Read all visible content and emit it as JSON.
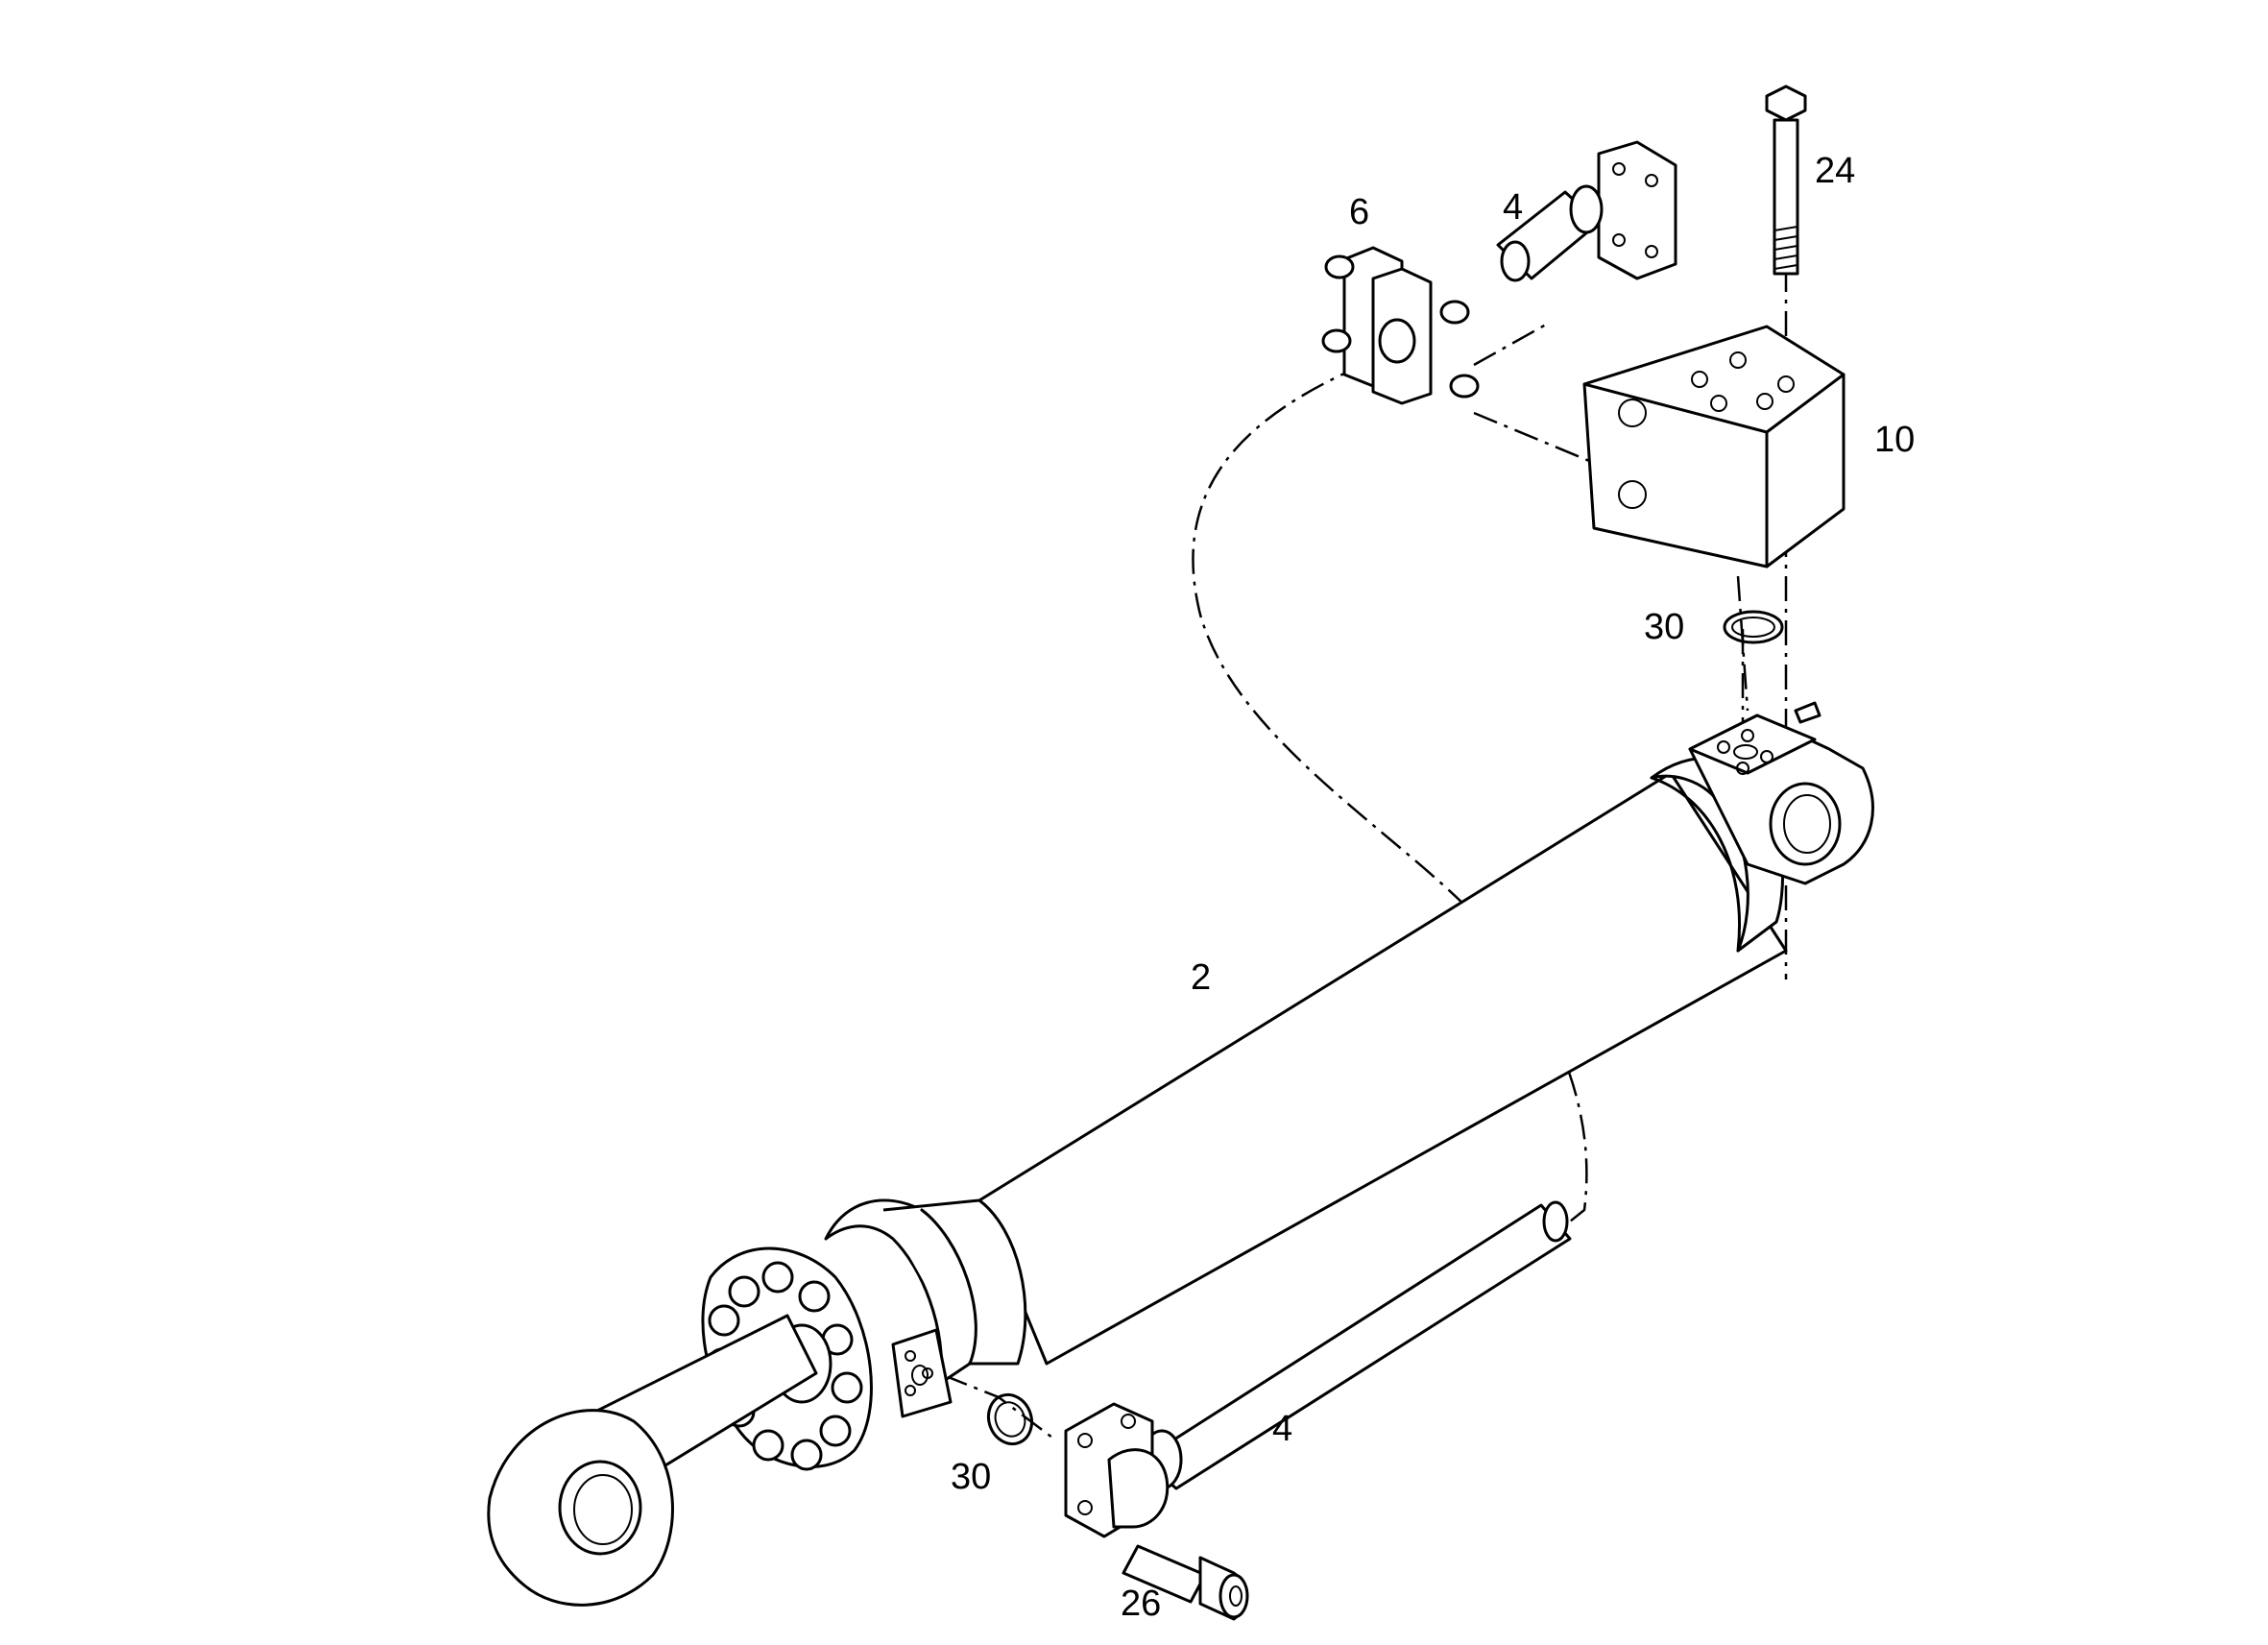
{
  "callouts": {
    "c24": "24",
    "c6": "6",
    "c4_top": "4",
    "c10": "10",
    "c30_top": "30",
    "c2": "2",
    "c4_bottom": "4",
    "c30_bottom": "30",
    "c26": "26"
  },
  "colors": {
    "line": "#000000",
    "background": "#ffffff"
  }
}
